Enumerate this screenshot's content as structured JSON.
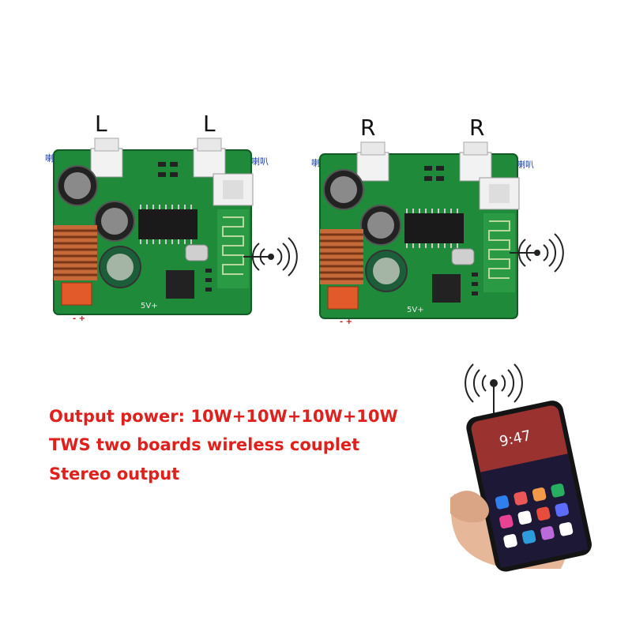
{
  "boards": [
    {
      "id": "left",
      "labels": [
        "L",
        "L"
      ]
    },
    {
      "id": "right",
      "labels": [
        "R",
        "R"
      ]
    }
  ],
  "speaker_label": "喇叭",
  "power_polarity": "- +",
  "power_marking": "5V+",
  "headline": {
    "line1": "Output power: 10W+10W+10W+10W",
    "line2": "TWS two boards wireless couplet",
    "line3": "Stereo output"
  },
  "phone": {
    "time": "9:47"
  },
  "colors": {
    "headline": "#e0201c",
    "pcb": "#1f8a3a",
    "speaker_label": "#1a3fb0"
  }
}
